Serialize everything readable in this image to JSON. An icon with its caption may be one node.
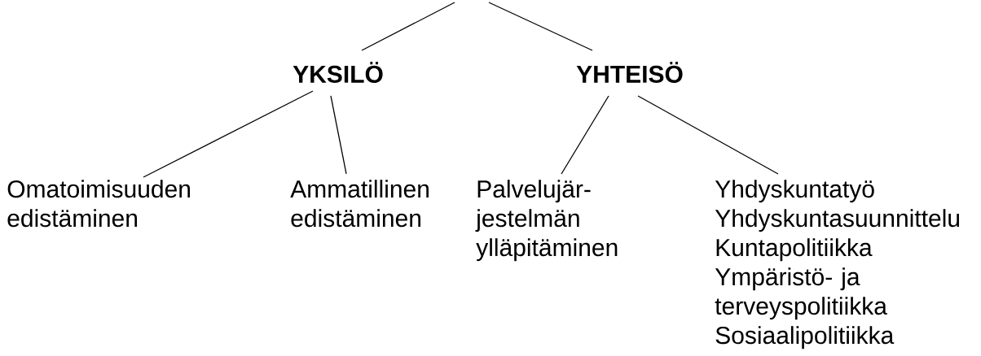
{
  "diagram": {
    "nodes": [
      {
        "text": [
          "YKSILÖ"
        ]
      },
      {
        "text": [
          "YHTEISÖ"
        ]
      },
      {
        "text": [
          "Omatoimisuuden edistäminen"
        ]
      },
      {
        "text": [
          "Ammatillinen edistäminen"
        ]
      },
      {
        "text": [
          "Palvelujär- jestelmän ylläpitäminen"
        ]
      },
      {
        "text": [
          "Yhdyskuntatyö",
          "Yhdyskuntasuunnittelu",
          "Kuntapolitiikka",
          "Ympäristö- ja terveyspolitiikka",
          "Sosiaalipolitiikka"
        ]
      }
    ],
    "edges": [
      {
        "from": null,
        "to": 0,
        "arrow": "none"
      },
      {
        "from": null,
        "to": 1,
        "arrow": "none"
      },
      {
        "from": 0,
        "to": 2,
        "arrow": "none"
      },
      {
        "from": 0,
        "to": 3,
        "arrow": "none"
      },
      {
        "from": 1,
        "to": 4,
        "arrow": "none"
      },
      {
        "from": 1,
        "to": 5,
        "arrow": "none"
      }
    ]
  }
}
